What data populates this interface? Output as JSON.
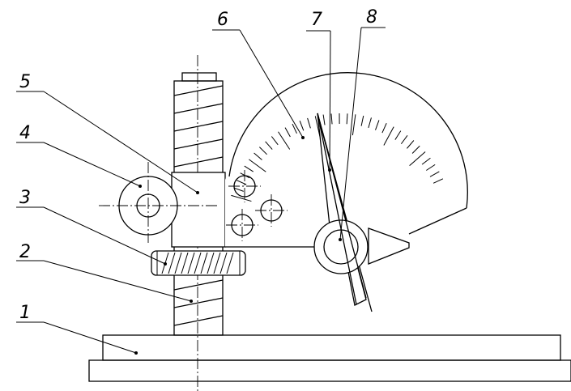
{
  "diagram": {
    "callouts": [
      {
        "id": "1",
        "label": "1"
      },
      {
        "id": "2",
        "label": "2"
      },
      {
        "id": "3",
        "label": "3"
      },
      {
        "id": "4",
        "label": "4"
      },
      {
        "id": "5",
        "label": "5"
      },
      {
        "id": "6",
        "label": "6"
      },
      {
        "id": "7",
        "label": "7"
      },
      {
        "id": "8",
        "label": "8"
      }
    ],
    "scale": {
      "tick_count": 34
    }
  },
  "colors": {
    "line": "#000000",
    "background": "#ffffff"
  }
}
